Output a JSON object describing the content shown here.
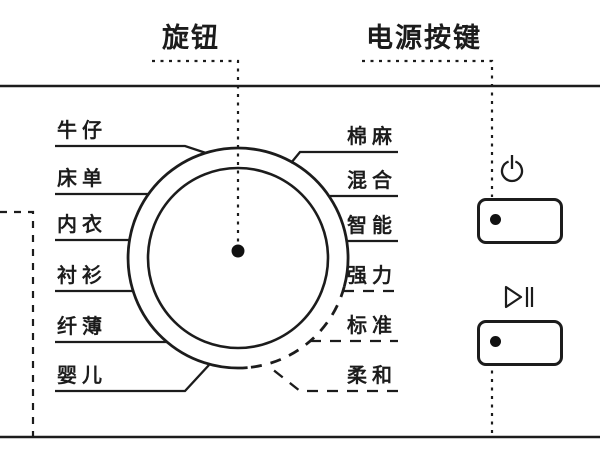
{
  "colors": {
    "ink": "#1c1c1c",
    "background": "#ffffff"
  },
  "callouts": {
    "knob_label": "旋钮",
    "power_label": "电源按键"
  },
  "knob": {
    "programs_left": [
      "牛仔",
      "床单",
      "内衣",
      "衬衫",
      "纤薄",
      "婴儿"
    ],
    "programs_right": [
      "棉麻",
      "混合",
      "智能",
      "强力",
      "标准",
      "柔和"
    ]
  },
  "buttons": {
    "power_icon": "power-icon",
    "start_pause_icon": "play-pause-icon"
  }
}
